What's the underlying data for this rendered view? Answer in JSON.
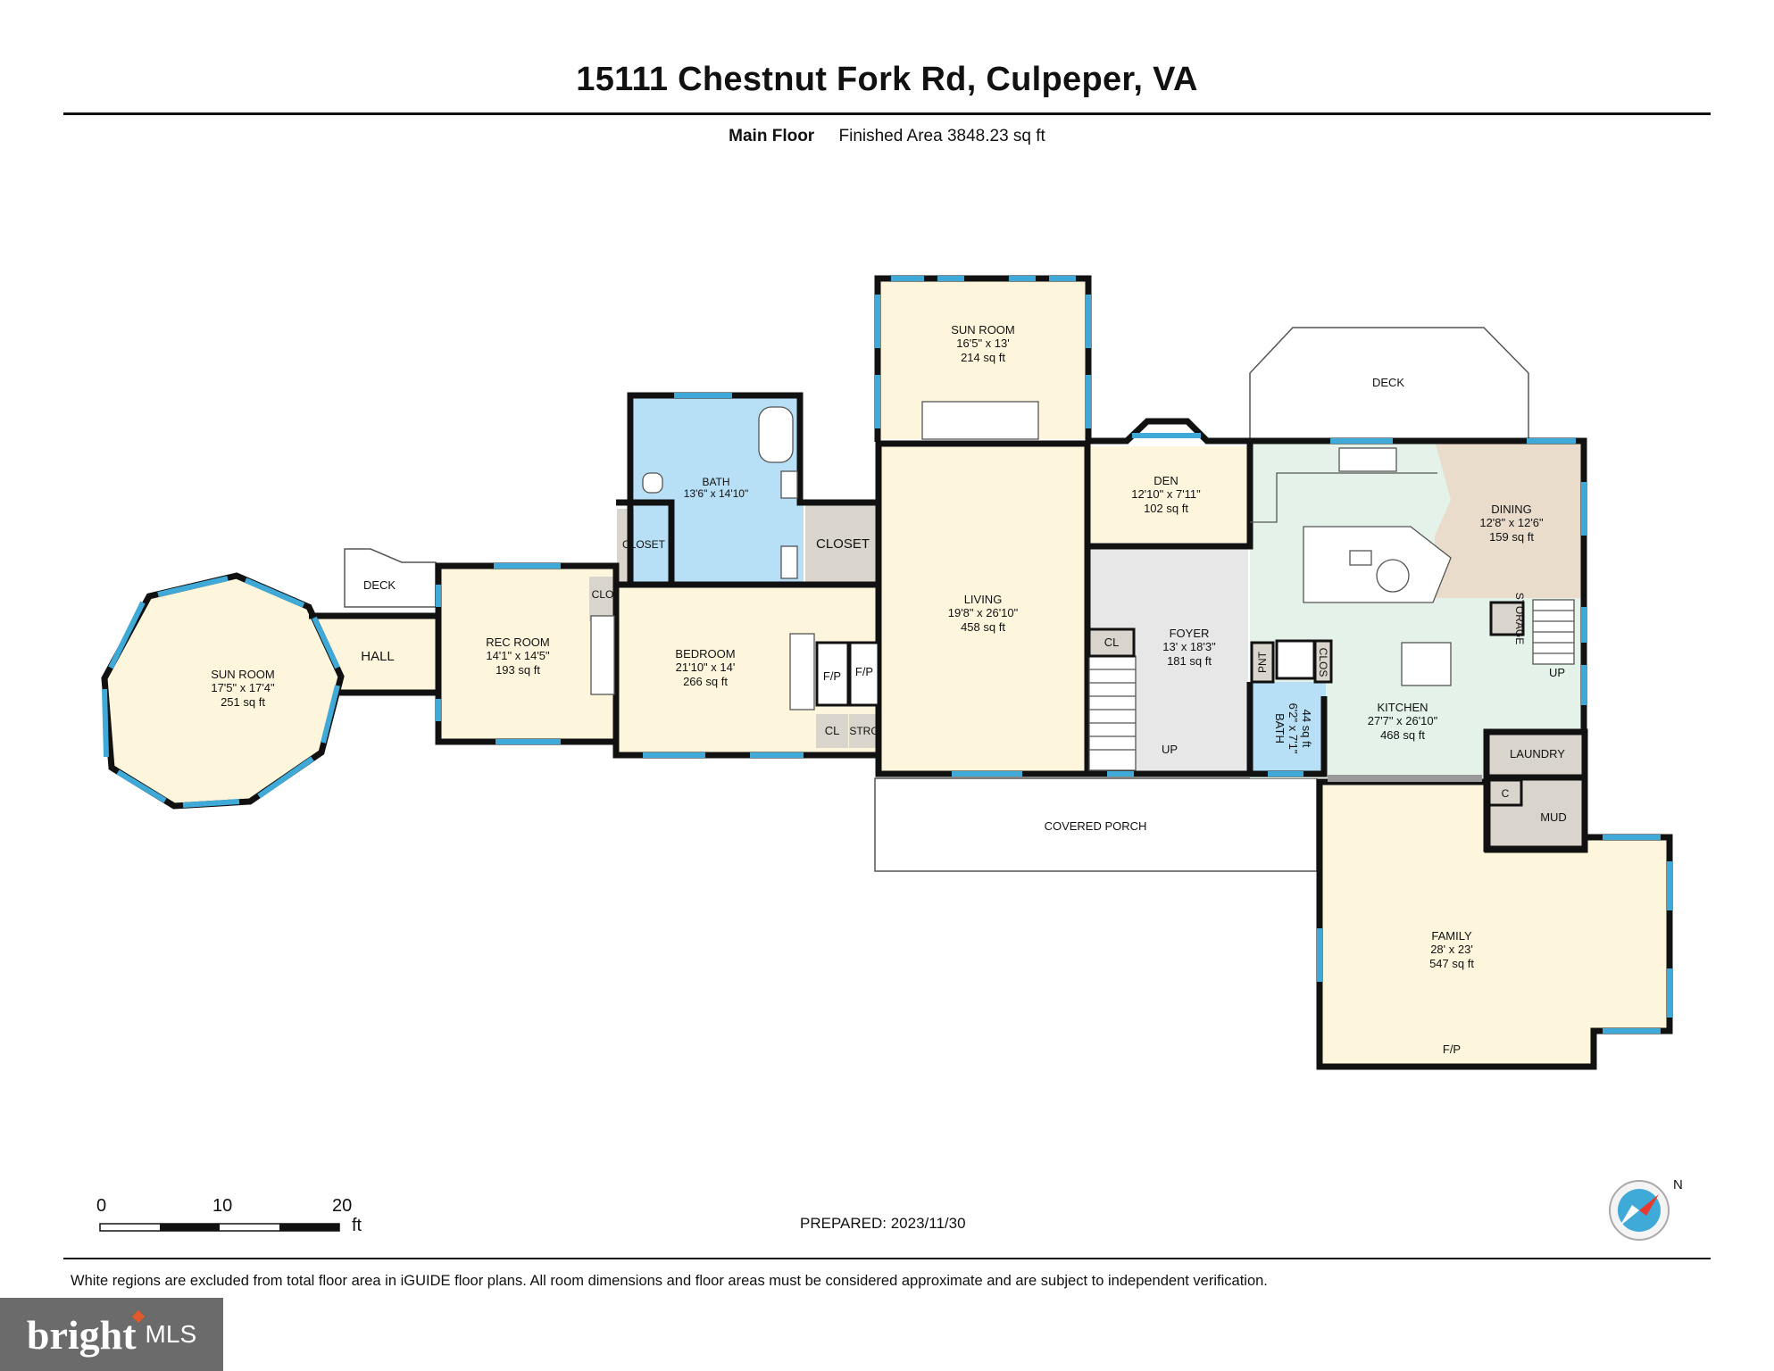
{
  "header": {
    "address": "15111 Chestnut Fork Rd, Culpeper, VA",
    "floor_name": "Main Floor",
    "finished_area": "Finished Area 3848.23 sq ft"
  },
  "colors": {
    "wall": "#111111",
    "window": "#3fa9d8",
    "fill_yellow": "#fdf6dc",
    "fill_blue": "#b7dff5",
    "fill_grey": "#e7e7e7",
    "fill_mint": "#e4f2ea",
    "fill_tan": "#eadccb",
    "fill_closet": "#d9d5cc"
  },
  "rooms": {
    "sun_room_west": {
      "name": "SUN ROOM",
      "dims": "17'5\" x 17'4\"",
      "area": "251 sq ft"
    },
    "hall": {
      "name": "HALL"
    },
    "deck_west": {
      "name": "DECK"
    },
    "rec_room": {
      "name": "REC ROOM",
      "dims": "14'1\" x 14'5\"",
      "area": "193 sq ft"
    },
    "clo": {
      "name": "CLO"
    },
    "closet_small": {
      "name": "CLOSET"
    },
    "bath_main": {
      "name": "BATH",
      "dims": "13'6\" x 14'10\""
    },
    "closet_large": {
      "name": "CLOSET"
    },
    "bedroom": {
      "name": "BEDROOM",
      "dims": "21'10\" x 14'",
      "area": "266 sq ft"
    },
    "fp1": {
      "name": "F/P"
    },
    "fp2": {
      "name": "F/P"
    },
    "cl_bed": {
      "name": "CL"
    },
    "strg": {
      "name": "STRG"
    },
    "sun_room_north": {
      "name": "SUN ROOM",
      "dims": "16'5\" x 13'",
      "area": "214 sq ft"
    },
    "living": {
      "name": "LIVING",
      "dims": "19'8\" x 26'10\"",
      "area": "458 sq ft"
    },
    "den": {
      "name": "DEN",
      "dims": "12'10\" x 7'11\"",
      "area": "102 sq ft"
    },
    "foyer": {
      "name": "FOYER",
      "dims": "13' x 18'3\"",
      "area": "181 sq ft"
    },
    "cl_foyer": {
      "name": "CL"
    },
    "up_foyer": {
      "name": "UP"
    },
    "deck_north": {
      "name": "DECK"
    },
    "dining": {
      "name": "DINING",
      "dims": "12'8\" x 12'6\"",
      "area": "159 sq ft"
    },
    "kitchen": {
      "name": "KITCHEN",
      "dims": "27'7\" x 26'10\"",
      "area": "468 sq ft"
    },
    "pnt": {
      "name": "PNT"
    },
    "clos": {
      "name": "CLOS"
    },
    "bath_half": {
      "name": "BATH",
      "dims": "6'2\" x 7'1\"",
      "area": "44 sq ft"
    },
    "storage": {
      "name": "STORAGE"
    },
    "up_kitchen": {
      "name": "UP"
    },
    "laundry": {
      "name": "LAUNDRY"
    },
    "c_mud": {
      "name": "C"
    },
    "mud": {
      "name": "MUD"
    },
    "covered_porch": {
      "name": "COVERED PORCH"
    },
    "family": {
      "name": "FAMILY",
      "dims": "28' x 23'",
      "area": "547 sq ft"
    },
    "fp_family": {
      "name": "F/P"
    }
  },
  "scale": {
    "ticks": [
      "0",
      "10",
      "20"
    ],
    "unit": "ft"
  },
  "compass": {
    "label": "N",
    "icon": "compass-icon"
  },
  "footer": {
    "prepared": "PREPARED: 2023/11/30",
    "disclaimer": "White regions are excluded from total floor area in iGUIDE floor plans. All room dimensions and floor areas must be considered approximate and are subject to independent verification.",
    "brand_word": "bright",
    "brand_mls": "MLS"
  }
}
